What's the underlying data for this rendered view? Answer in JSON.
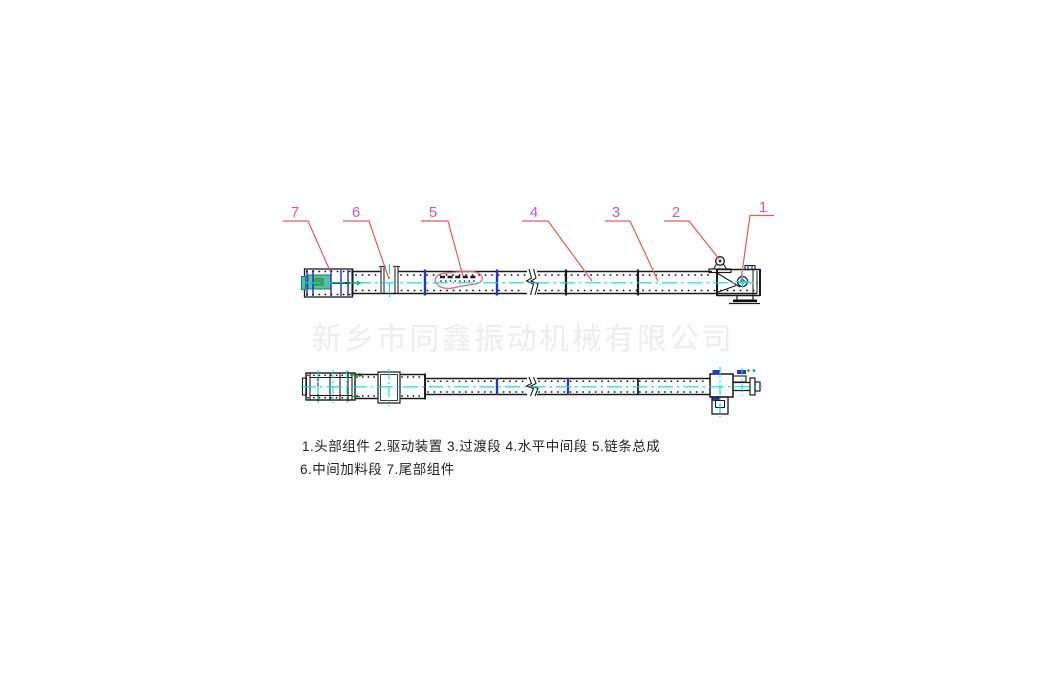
{
  "diagram": {
    "type": "engineering-drawing",
    "subject": "scraper-conveyor-general-arrangement",
    "watermark": "新乡市同鑫振动机械有限公司",
    "legend": {
      "line1": "1.头部组件  2.驱动装置  3.过渡段  4.水平中间段  5.链条总成",
      "line2": "6.中间加料段  7.尾部组件"
    },
    "callouts": [
      {
        "number": "1",
        "label": "头部组件"
      },
      {
        "number": "2",
        "label": "驱动装置"
      },
      {
        "number": "3",
        "label": "过渡段"
      },
      {
        "number": "4",
        "label": "水平中间段"
      },
      {
        "number": "5",
        "label": "链条总成"
      },
      {
        "number": "6",
        "label": "中间加料段"
      },
      {
        "number": "7",
        "label": "尾部组件"
      }
    ],
    "colors": {
      "drawing_line": "#1a1a1a",
      "leader_red": "#e05c5c",
      "callout_magenta": "#c558c5",
      "centerline_cyan": "#00dede",
      "flange_blue": "#2a35b8",
      "motor_teal": "#58bcae",
      "motor_green": "#3fa24c",
      "highlight_pink": "#e4697d",
      "arrow_green": "#00a32e",
      "watermark_gray": "#ededed"
    }
  }
}
